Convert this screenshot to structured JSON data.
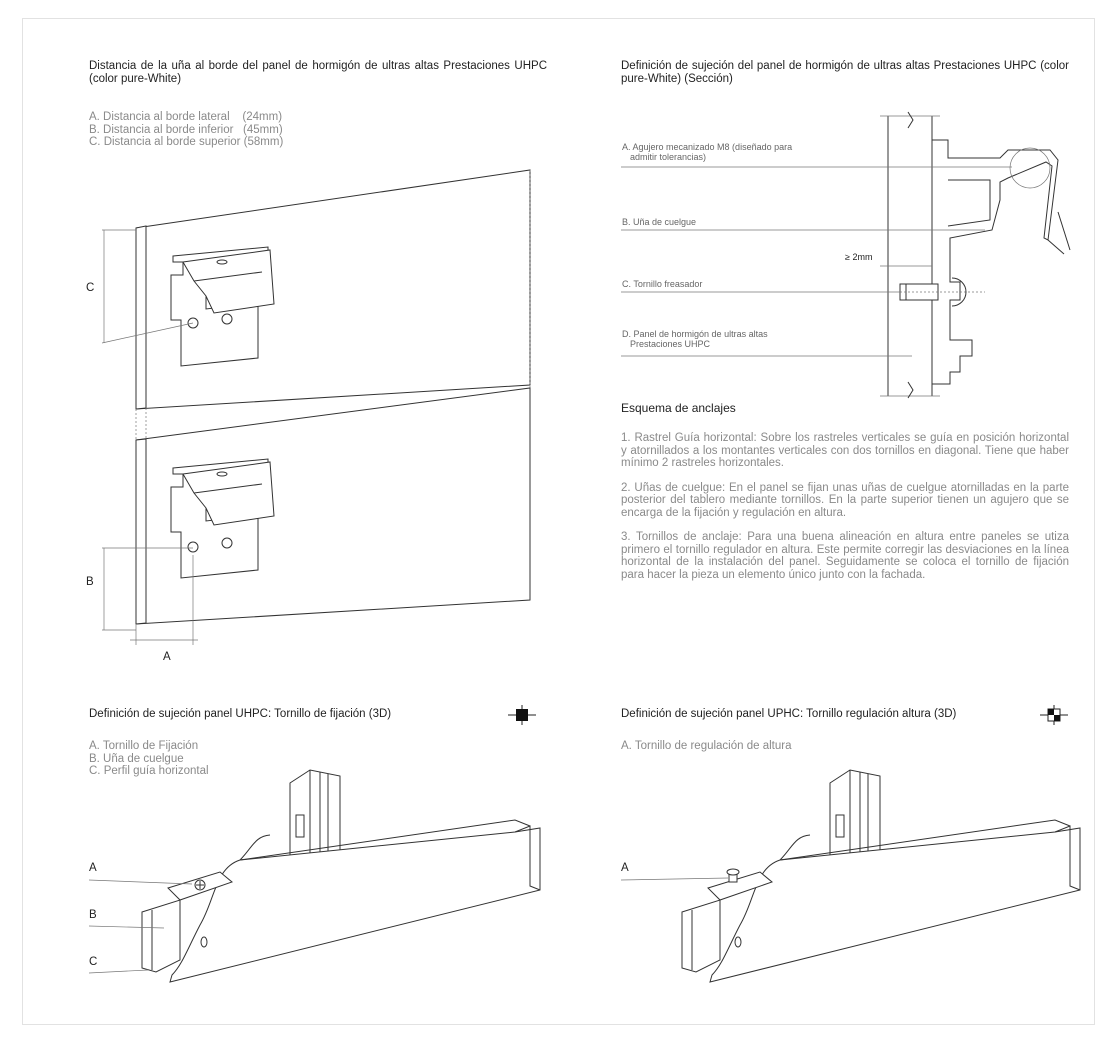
{
  "top_left": {
    "title": "Distancia de la uña al borde del panel de hormigón de ultras altas Prestaciones UHPC (color pure-White)",
    "items": [
      "A. Distancia al borde lateral    (24mm)",
      "B. Distancia al borde inferior   (45mm)",
      "C. Distancia al borde superior (58mm)"
    ],
    "labels": {
      "c": "C",
      "b": "B",
      "a": "A"
    }
  },
  "top_right": {
    "title": "Definición de sujeción del panel de hormigón de ultras altas Prestaciones UHPC (color pure-White) (Sección)",
    "callouts": {
      "a_line1": "A. Agujero mecanizado M8 (diseñado para",
      "a_line2": "admitir tolerancias)",
      "b": "B. Uña de cuelgue",
      "gap": "≥ 2mm",
      "c": "C. Tornillo freasador",
      "d_line1": "D. Panel de hormigón de ultras altas",
      "d_line2": "Prestaciones UHPC"
    }
  },
  "esquema": {
    "title": "Esquema de anclajes",
    "paragraphs": [
      "1. Rastrel Guía horizontal: Sobre los rastreles verticales se guía en posición horizontal y atornillados a los montantes verticales con dos tornillos en diagonal. Tiene que haber mínimo 2 rastreles horizontales.",
      "2. Uñas de cuelgue: En el panel se fijan unas uñas de cuelgue atornilladas en la parte posterior del tablero mediante tornillos. En la parte superior tienen un agujero que se encarga de la fijación y regulación en altura.",
      "3. Tornillos de anclaje: Para una buena alineación en altura entre paneles se utiza primero el tornillo regulador en altura. Este permite corregir las desviaciones en la línea horizontal de la instalación del panel. Seguidamente se coloca el tornillo de fijación para hacer la pieza un elemento único junto con la fachada."
    ]
  },
  "bottom_left": {
    "title": "Definición de sujeción panel UHPC: Tornillo de fijación (3D)",
    "items": [
      "A. Tornillo de Fijación",
      "B. Uña de cuelgue",
      "C. Perfil guía horizontal"
    ],
    "labels": {
      "a": "A",
      "b": "B",
      "c": "C"
    }
  },
  "bottom_right": {
    "title": "Definición de sujeción panel UPHC: Tornillo regulación altura (3D)",
    "items": [
      "A. Tornillo de regulación de altura"
    ],
    "labels": {
      "a": "A"
    }
  }
}
